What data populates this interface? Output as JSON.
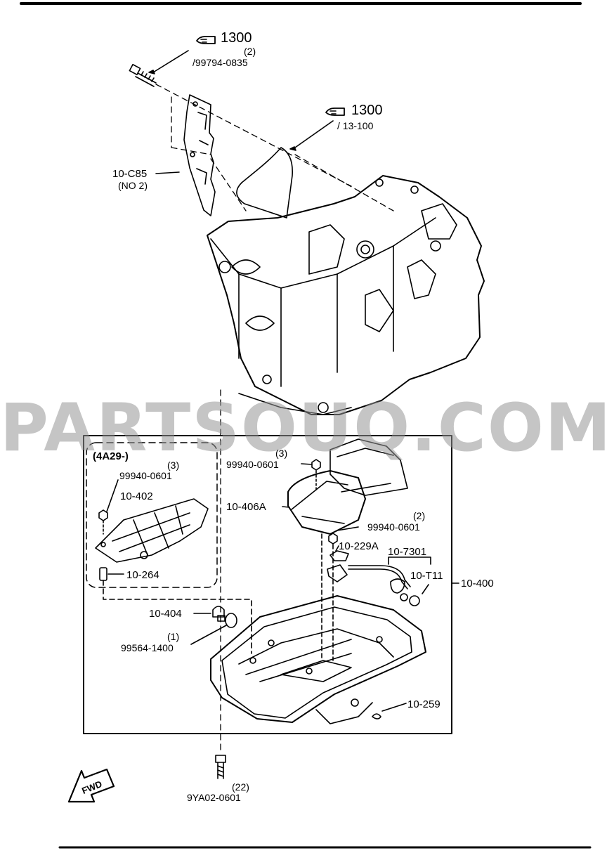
{
  "labels": {
    "top_ref_1": "1300",
    "top_ref_1_qty": "(2)",
    "top_ref_1_part": "/99794-0835",
    "top_ref_2": "1300",
    "top_ref_2_part": "/ 13-100",
    "cover_part": "10-C85",
    "cover_note": "(NO 2)",
    "inset_title": "(4A29-)",
    "inset_nut_qty": "(3)",
    "inset_nut_part": "99940-0601",
    "inset_plate": "10-402",
    "inset_spacer": "10-264",
    "strainer_nut_qty": "(3)",
    "strainer_nut_part": "99940-0601",
    "strainer_part": "10-406A",
    "strainer_nut2_qty": "(2)",
    "strainer_nut2_part": "99940-0601",
    "bracket_part": "10-229A",
    "pipe_part": "10-7301",
    "oring_part": "10-T11",
    "pan_assembly": "10-400",
    "drain_plug": "10-404",
    "washer_qty": "(1)",
    "washer_part": "99564-1400",
    "clip_part": "10-259",
    "bolt_qty": "(22)",
    "bolt_part": "9YA02-0601",
    "fwd": "FWD"
  },
  "watermark": "PARTSOUQ.COM",
  "icons": [
    "pointing-hand-icon",
    "fwd-arrow-icon"
  ]
}
